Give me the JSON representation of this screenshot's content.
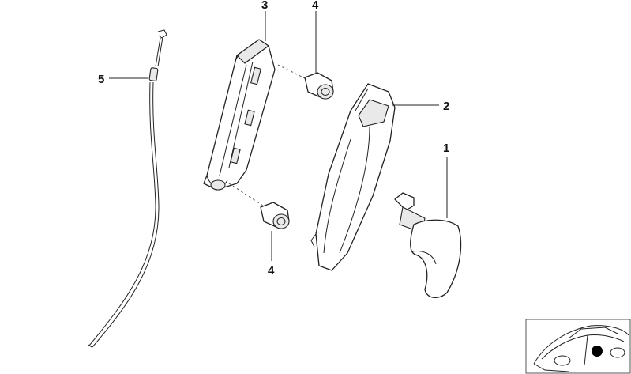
{
  "callouts": {
    "p1": "1",
    "p2": "2",
    "p3": "3",
    "p4_top": "4",
    "p4_bottom": "4",
    "p5": "5"
  },
  "icons": {
    "vehicle_thumbnail": "car-location-icon"
  },
  "colors": {
    "line": "#222222",
    "background": "#ffffff",
    "marker": "#000000"
  }
}
